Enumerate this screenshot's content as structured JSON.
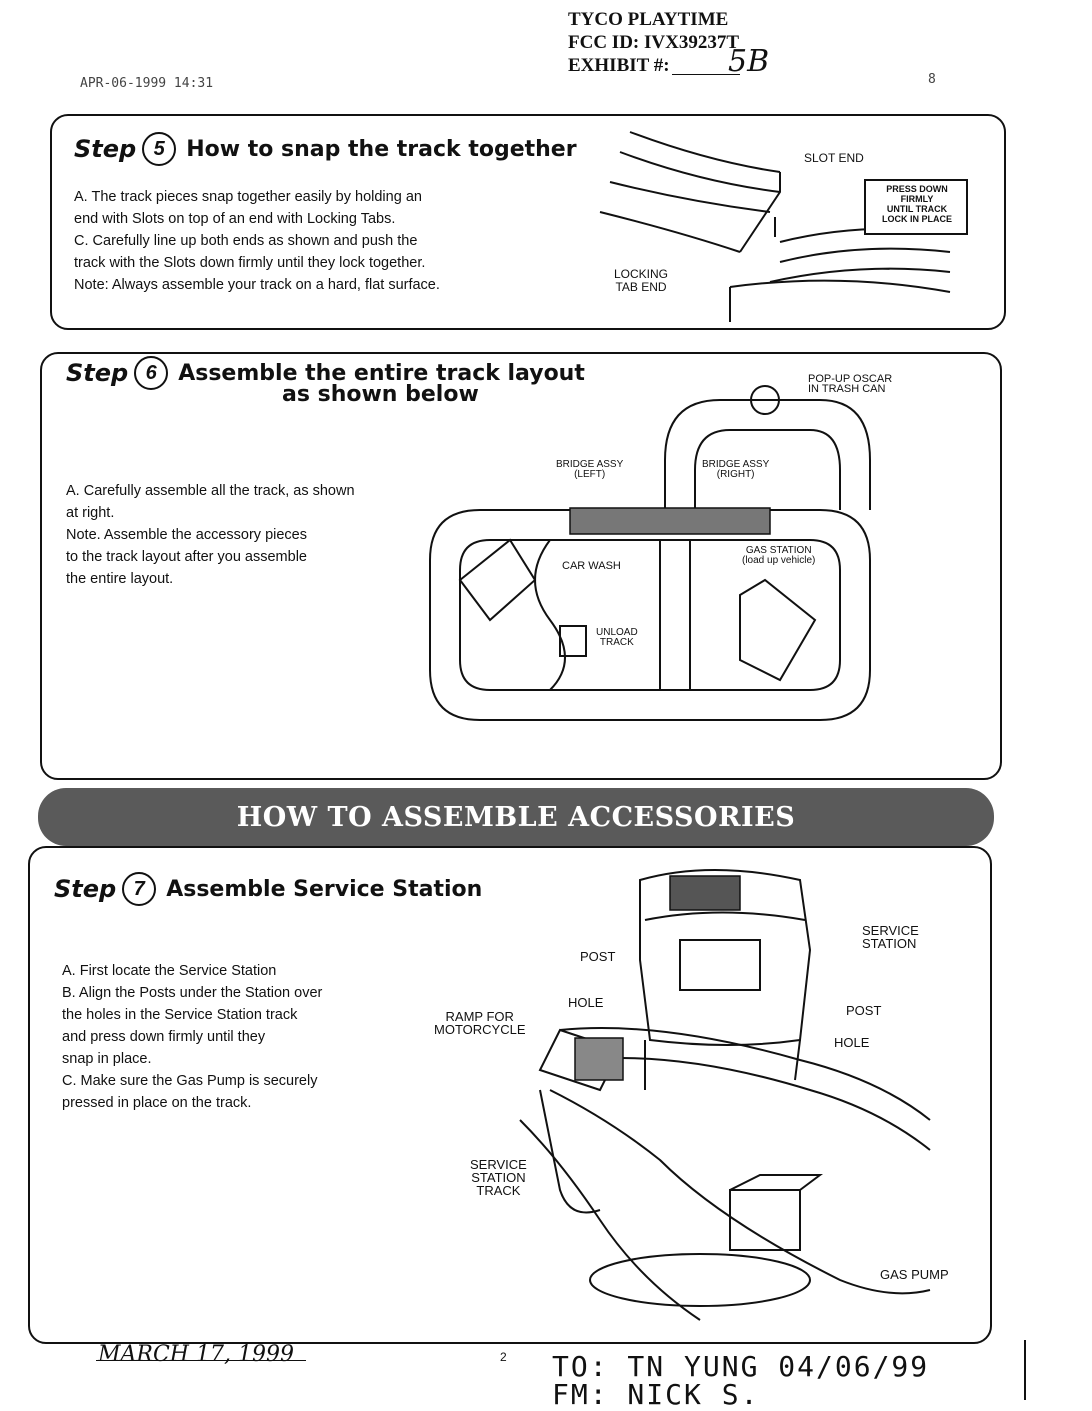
{
  "header": {
    "company": "TYCO PLAYTIME",
    "fcc_id": "FCC ID: IVX39237T",
    "exhibit": "EXHIBIT #:",
    "exhibit_mark": "5B",
    "fax_stamp": "APR-06-1999  14:31",
    "page_corner": "8"
  },
  "step5": {
    "step_word": "Step",
    "number": "5",
    "title": "How to snap the track together",
    "lines": [
      "A. The track pieces snap together easily by holding an",
      "    end with Slots on top of an end with Locking Tabs.",
      "C. Carefully line up both ends as shown and push the",
      "    track with the Slots down firmly until they lock together.",
      "Note: Always assemble your track on a hard, flat surface."
    ],
    "labels": {
      "slot_end": "SLOT END",
      "press_down": "PRESS DOWN\nFIRMLY\nUNTIL TRACK\nLOCK IN PLACE",
      "locking_tab_end": "LOCKING\nTAB END"
    }
  },
  "step6": {
    "step_word": "Step",
    "number": "6",
    "title_line1": "Assemble the entire track layout",
    "title_line2": "as shown below",
    "lines": [
      "A. Carefully assemble all the track, as shown",
      "     at right.",
      "Note. Assemble the accessory pieces",
      "     to the track layout after you assemble",
      "     the entire layout."
    ],
    "labels": {
      "pop_up": "POP-UP OSCAR\nIN TRASH CAN",
      "bridge_left": "BRIDGE ASSY\n(LEFT)",
      "bridge_right": "BRIDGE ASSY\n(RIGHT)",
      "car_wash": "CAR WASH",
      "gas_station": "GAS STATION\n(load up vehicle)",
      "unload_track": "UNLOAD\nTRACK"
    }
  },
  "banner": {
    "title": "HOW TO ASSEMBLE ACCESSORIES"
  },
  "step7": {
    "step_word": "Step",
    "number": "7",
    "title": "Assemble Service Station",
    "lines": [
      "A.  First locate the Service Station",
      "B.  Align the Posts under the Station over",
      "      the holes in the Service Station track",
      "      and press down firmly until they",
      "      snap in place.",
      "C.  Make sure the Gas Pump is securely",
      "      pressed in place on the track."
    ],
    "labels": {
      "post_left": "POST",
      "hole_left": "HOLE",
      "ramp": "RAMP FOR\nMOTORCYCLE",
      "service_station": "SERVICE\nSTATION",
      "post_right": "POST",
      "hole_right": "HOLE",
      "service_station_track": "SERVICE\nSTATION\nTRACK",
      "gas_pump": "GAS PUMP"
    }
  },
  "footer": {
    "signature_date": "MARCH 17, 1999",
    "page_number": "2",
    "to_line": "TO: TN YUNG  04/06/99",
    "from_line": "FM: NICK  S."
  }
}
